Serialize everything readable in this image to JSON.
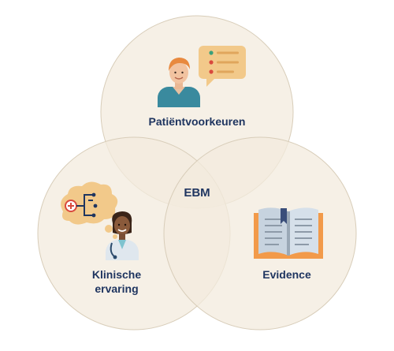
{
  "diagram": {
    "center_label": "EBM",
    "circles": [
      {
        "id": "top",
        "label_lines": [
          "Patiëntvoorkeuren"
        ],
        "icon": "patient-with-speech-bubble-icon"
      },
      {
        "id": "left",
        "label_lines": [
          "Klinische",
          "ervaring"
        ],
        "icon": "doctor-with-thought-bubble-icon"
      },
      {
        "id": "right",
        "label_lines": [
          "Evidence"
        ],
        "icon": "open-book-icon"
      }
    ]
  },
  "colors": {
    "circle_fill": "#f3ebdd",
    "circle_stroke": "#d8cdb9",
    "label_text": "#1f3560",
    "bubble": "#f2c98a",
    "shirt": "#3a8a9e",
    "book_cover": "#f29a4a",
    "book_pages": "#c7d3df"
  }
}
